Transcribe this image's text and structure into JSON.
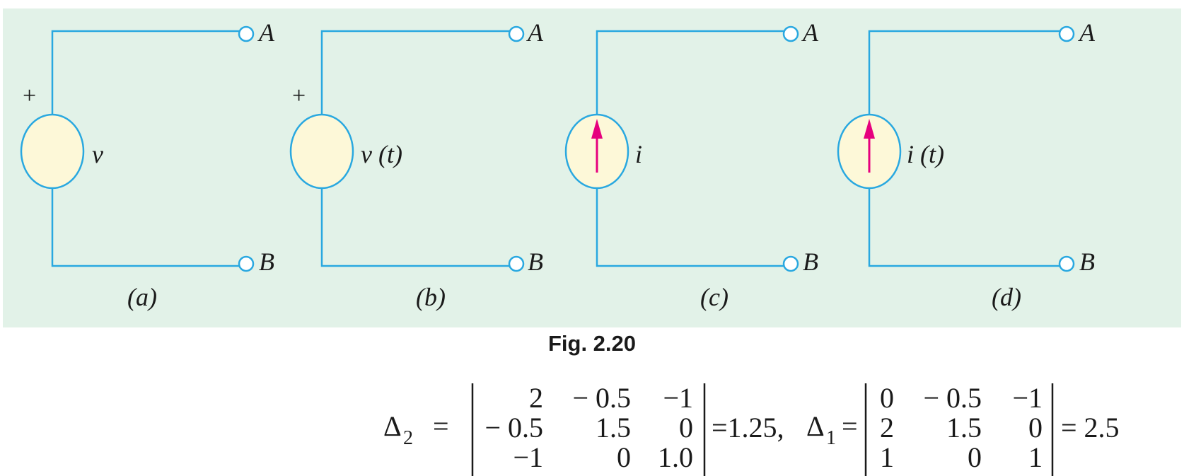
{
  "figure": {
    "caption": "Fig. 2.20",
    "colors": {
      "panel_background": "#e2f2e8",
      "wire": "#29a8e0",
      "source_fill": "#fdf8d8",
      "arrow": "#e6007e"
    },
    "circuits": [
      {
        "id": "a",
        "source_type": "voltage",
        "plus_sign": "+",
        "source_label": "v",
        "terminal_top": "A",
        "terminal_bottom": "B",
        "caption": "(a)"
      },
      {
        "id": "b",
        "source_type": "voltage",
        "plus_sign": "+",
        "source_label": "v (t)",
        "terminal_top": "A",
        "terminal_bottom": "B",
        "caption": "(b)"
      },
      {
        "id": "c",
        "source_type": "current",
        "plus_sign": "",
        "source_label": "i",
        "terminal_top": "A",
        "terminal_bottom": "B",
        "caption": "(c)"
      },
      {
        "id": "d",
        "source_type": "current",
        "plus_sign": "",
        "source_label": "i (t)",
        "terminal_top": "A",
        "terminal_bottom": "B",
        "caption": "(d)"
      }
    ]
  },
  "equation": {
    "delta2": {
      "symbol": "Δ",
      "subscript": "2",
      "equals": "=",
      "matrix": [
        [
          "2",
          "− 0.5",
          "−1"
        ],
        [
          "− 0.5",
          "1.5",
          "0"
        ],
        [
          "−1",
          "0",
          "1.0"
        ]
      ],
      "result": "=1.25,"
    },
    "delta1": {
      "symbol": "Δ",
      "subscript": "1",
      "equals": "=",
      "matrix": [
        [
          "0",
          "− 0.5",
          "−1"
        ],
        [
          "2",
          "1.5",
          "0"
        ],
        [
          "1",
          "0",
          "1"
        ]
      ],
      "result": "= 2.5"
    }
  }
}
